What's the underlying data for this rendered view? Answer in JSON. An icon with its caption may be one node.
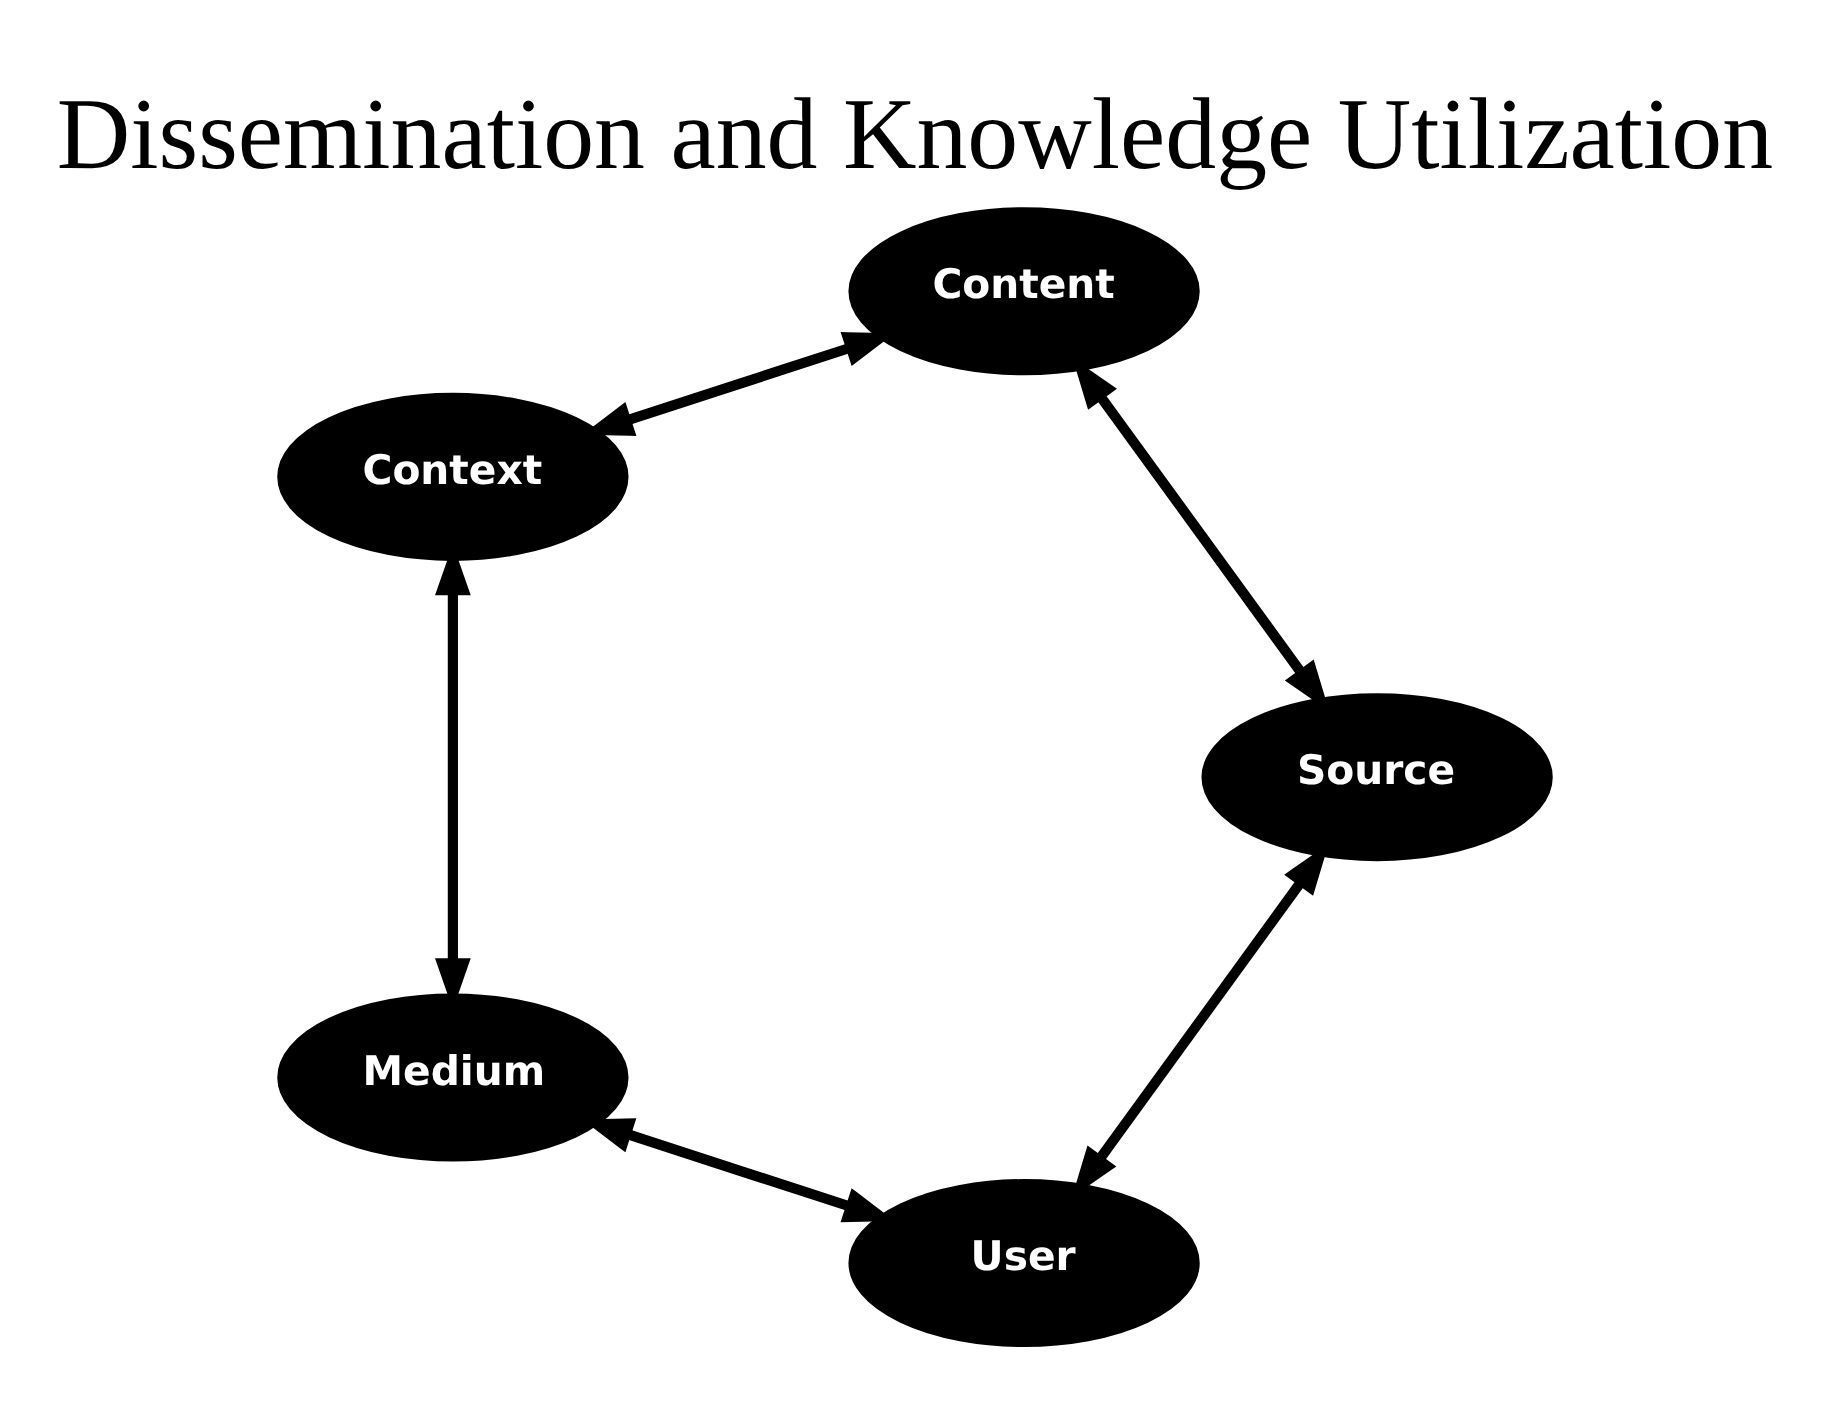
{
  "diagram": {
    "title": "Dissemination and Knowledge Utilization",
    "nodes": [
      {
        "text": [
          "User"
        ]
      },
      {
        "text": [
          "Medium"
        ]
      },
      {
        "text": [
          "Context"
        ]
      },
      {
        "text": [
          "Content"
        ]
      },
      {
        "text": [
          "Source"
        ]
      }
    ],
    "edges": [
      {
        "from": 0,
        "to": 1,
        "arrow": "both"
      },
      {
        "from": 1,
        "to": 2,
        "arrow": "both"
      },
      {
        "from": 2,
        "to": 3,
        "arrow": "both"
      },
      {
        "from": 3,
        "to": 4,
        "arrow": "both"
      },
      {
        "from": 4,
        "to": 0,
        "arrow": "both"
      }
    ]
  }
}
